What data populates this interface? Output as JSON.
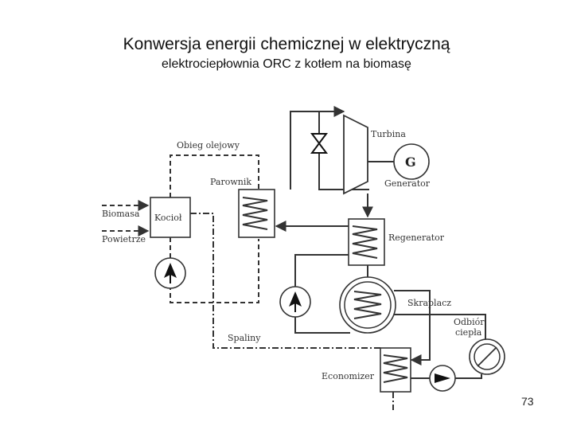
{
  "header": {
    "title": "Konwersja energii chemicznej w elektryczną",
    "subtitle": "elektrociepłownia ORC z kotłem na biomasę"
  },
  "diagram": {
    "labels": {
      "obieg": "Obieg olejowy",
      "turbina": "Turbina",
      "generator_symbol": "G",
      "generator": "Generator",
      "parownik": "Parownik",
      "kociol": "Kocioł",
      "biomasa": "Biomasa",
      "powietrze": "Powietrze",
      "regenerator": "Regenerator",
      "skraplacz": "Skraplacz",
      "odbior_1": "Odbiór",
      "odbior_2": "ciepła",
      "spaliny": "Spaliny",
      "economizer": "Economizer"
    }
  },
  "footer": {
    "page_number": "73"
  }
}
